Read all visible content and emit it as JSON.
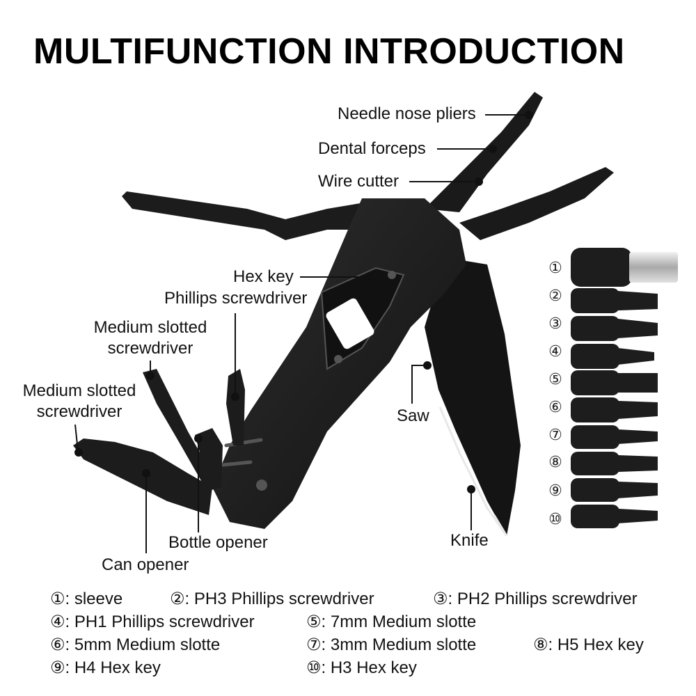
{
  "title": "MULTIFUNCTION INTRODUCTION",
  "labels": {
    "needle_nose_pliers": "Needle nose pliers",
    "dental_forceps": "Dental forceps",
    "wire_cutter": "Wire cutter",
    "hex_key": "Hex key",
    "phillips_screwdriver": "Phillips screwdriver",
    "medium_slotted_1": "Medium slotted\nscrewdriver",
    "medium_slotted_2": "Medium slotted\nscrewdriver",
    "saw": "Saw",
    "knife": "Knife",
    "bottle_opener": "Bottle opener",
    "can_opener": "Can opener"
  },
  "bit_numbers": [
    "①",
    "②",
    "③",
    "④",
    "⑤",
    "⑥",
    "⑦",
    "⑧",
    "⑨",
    "⑩"
  ],
  "legend": {
    "l1": "①: sleeve",
    "l2": "②: PH3 Phillips screwdriver",
    "l3": "③: PH2 Phillips screwdriver",
    "l4": "④: PH1 Phillips screwdriver",
    "l5": "⑤: 7mm Medium slotte",
    "l6": "⑥: 5mm Medium slotte",
    "l7": "⑦: 3mm Medium slotte",
    "l8": "⑧: H5 Hex key",
    "l9": "⑨: H4 Hex key",
    "l10": "⑩: H3 Hex key"
  },
  "colors": {
    "tool": "#1b1b1b",
    "tool_edge": "#3a3a3a",
    "sleeve_metal": "#d9d9d9"
  }
}
